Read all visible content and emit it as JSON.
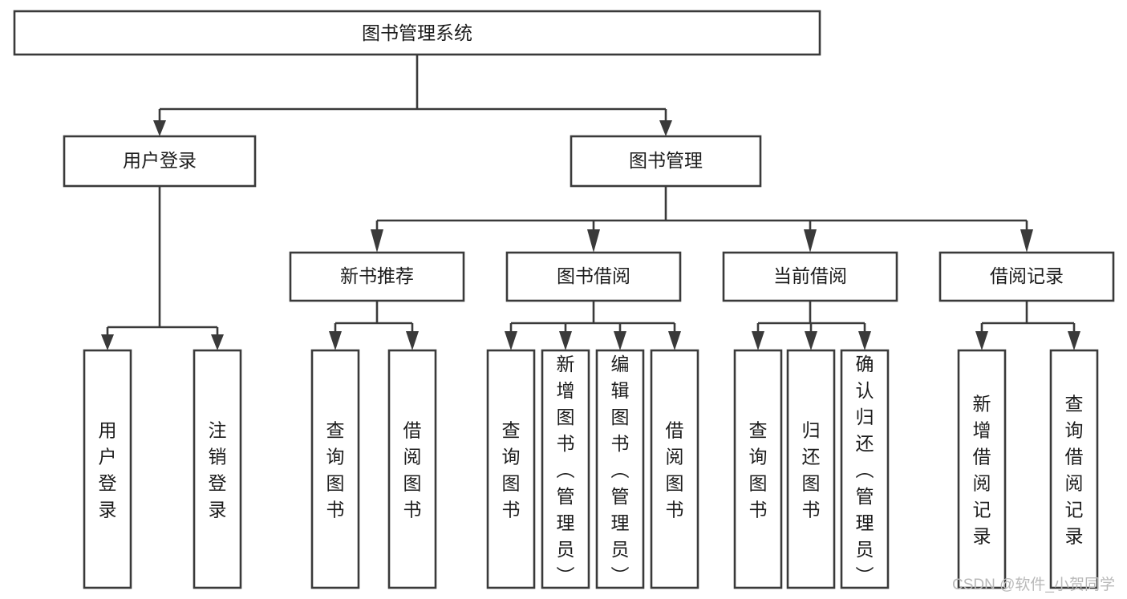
{
  "diagram": {
    "type": "tree",
    "title": "图书管理系统",
    "orientation": "top-down",
    "edge_style": "orthogonal-arrow",
    "colors": {
      "box_stroke": "#3a3a3a",
      "box_fill": "#ffffff",
      "text": "#1c1c1c",
      "connector": "#3a3a3a",
      "watermark": "#b9b9b9",
      "background": "#ffffff"
    }
  },
  "root": {
    "id": "root",
    "label": "图书管理系统",
    "orient": "horizontal"
  },
  "level2": [
    {
      "id": "user-login",
      "label": "用户登录",
      "orient": "horizontal"
    },
    {
      "id": "book-manage",
      "label": "图书管理",
      "orient": "horizontal"
    }
  ],
  "level3": [
    {
      "id": "new-book-recommend",
      "label": "新书推荐",
      "orient": "horizontal",
      "parent": "book-manage"
    },
    {
      "id": "book-borrow",
      "label": "图书借阅",
      "orient": "horizontal",
      "parent": "book-manage"
    },
    {
      "id": "current-borrow",
      "label": "当前借阅",
      "orient": "horizontal",
      "parent": "book-manage"
    },
    {
      "id": "borrow-record",
      "label": "借阅记录",
      "orient": "horizontal",
      "parent": "book-manage"
    }
  ],
  "leaves": {
    "user-login": [
      {
        "id": "leaf-user-login",
        "label": "用户登录",
        "orient": "vertical"
      },
      {
        "id": "leaf-logout-login",
        "label": "注销登录",
        "orient": "vertical"
      }
    ],
    "new-book-recommend": [
      {
        "id": "leaf-query-book-1",
        "label": "查询图书",
        "orient": "vertical"
      },
      {
        "id": "leaf-borrow-book-1",
        "label": "借阅图书",
        "orient": "vertical"
      }
    ],
    "book-borrow": [
      {
        "id": "leaf-query-book-2",
        "label": "查询图书",
        "orient": "vertical"
      },
      {
        "id": "leaf-add-book",
        "label": "新增图书（管理员）",
        "orient": "vertical"
      },
      {
        "id": "leaf-edit-book",
        "label": "编辑图书（管理员）",
        "orient": "vertical"
      },
      {
        "id": "leaf-borrow-book-2",
        "label": "借阅图书",
        "orient": "vertical"
      }
    ],
    "current-borrow": [
      {
        "id": "leaf-query-book-3",
        "label": "查询图书",
        "orient": "vertical"
      },
      {
        "id": "leaf-return-book",
        "label": "归还图书",
        "orient": "vertical"
      },
      {
        "id": "leaf-confirm-return",
        "label": "确认归还（管理员）",
        "orient": "vertical"
      }
    ],
    "borrow-record": [
      {
        "id": "leaf-add-record",
        "label": "新增借阅记录",
        "orient": "vertical"
      },
      {
        "id": "leaf-query-record",
        "label": "查询借阅记录",
        "orient": "vertical"
      }
    ]
  },
  "watermark": {
    "label": "CSDN @软件_小贺同学"
  }
}
